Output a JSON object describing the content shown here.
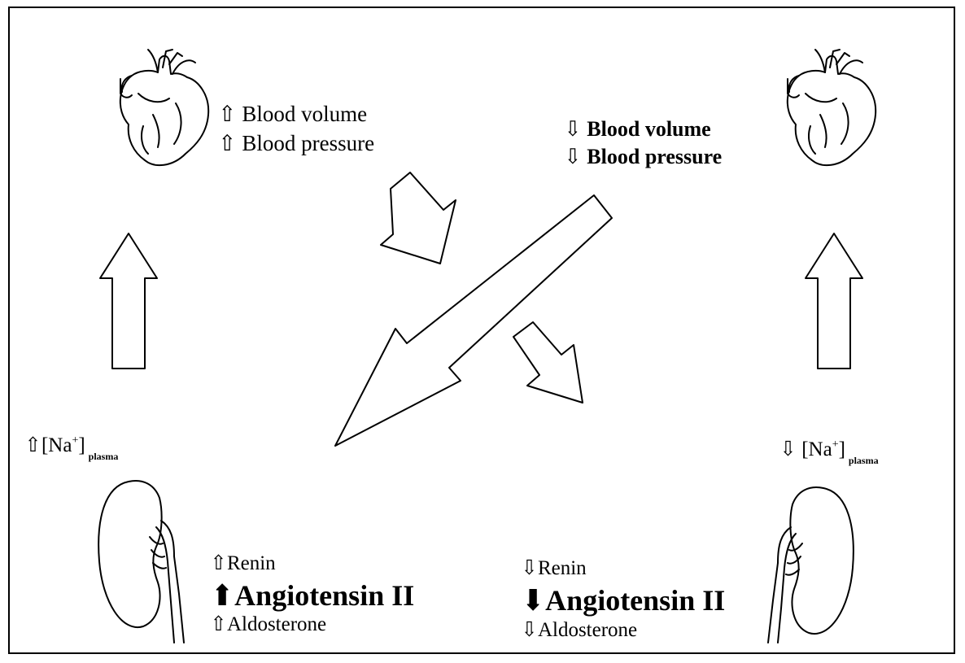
{
  "top_left": {
    "lines": [
      {
        "arrow": "⇧",
        "text": "Blood volume"
      },
      {
        "arrow": "⇧",
        "text": "Blood pressure"
      }
    ]
  },
  "top_right": {
    "lines": [
      {
        "arrow": "⇩",
        "text": "Blood volume"
      },
      {
        "arrow": "⇩",
        "text": "Blood pressure"
      }
    ]
  },
  "left_sodium": {
    "arrow": "⇧",
    "ion": "[Na",
    "charge": "+",
    "close": "]",
    "subscript": "plasma"
  },
  "right_sodium": {
    "arrow": "⇩",
    "ion": "[Na",
    "charge": "+",
    "close": "]",
    "subscript": "plasma"
  },
  "bottom_left": {
    "renin": {
      "arrow": "⇧",
      "text": "Renin"
    },
    "angiotensin": {
      "arrow": "⬆",
      "text": "Angiotensin II"
    },
    "aldosterone": {
      "arrow": "⇧",
      "text": "Aldosterone"
    }
  },
  "bottom_right": {
    "renin": {
      "arrow": "⇩",
      "text": "Renin"
    },
    "angiotensin": {
      "arrow": "⬇",
      "text": "Angiotensin II"
    },
    "aldosterone": {
      "arrow": "⇩",
      "text": "Aldosterone"
    }
  },
  "icons": [
    "heart-icon",
    "heart-icon",
    "kidney-icon",
    "kidney-icon",
    "up-arrow-icon",
    "diagonal-arrow-icon"
  ],
  "colors": {
    "stroke": "#000000",
    "background": "#ffffff"
  }
}
